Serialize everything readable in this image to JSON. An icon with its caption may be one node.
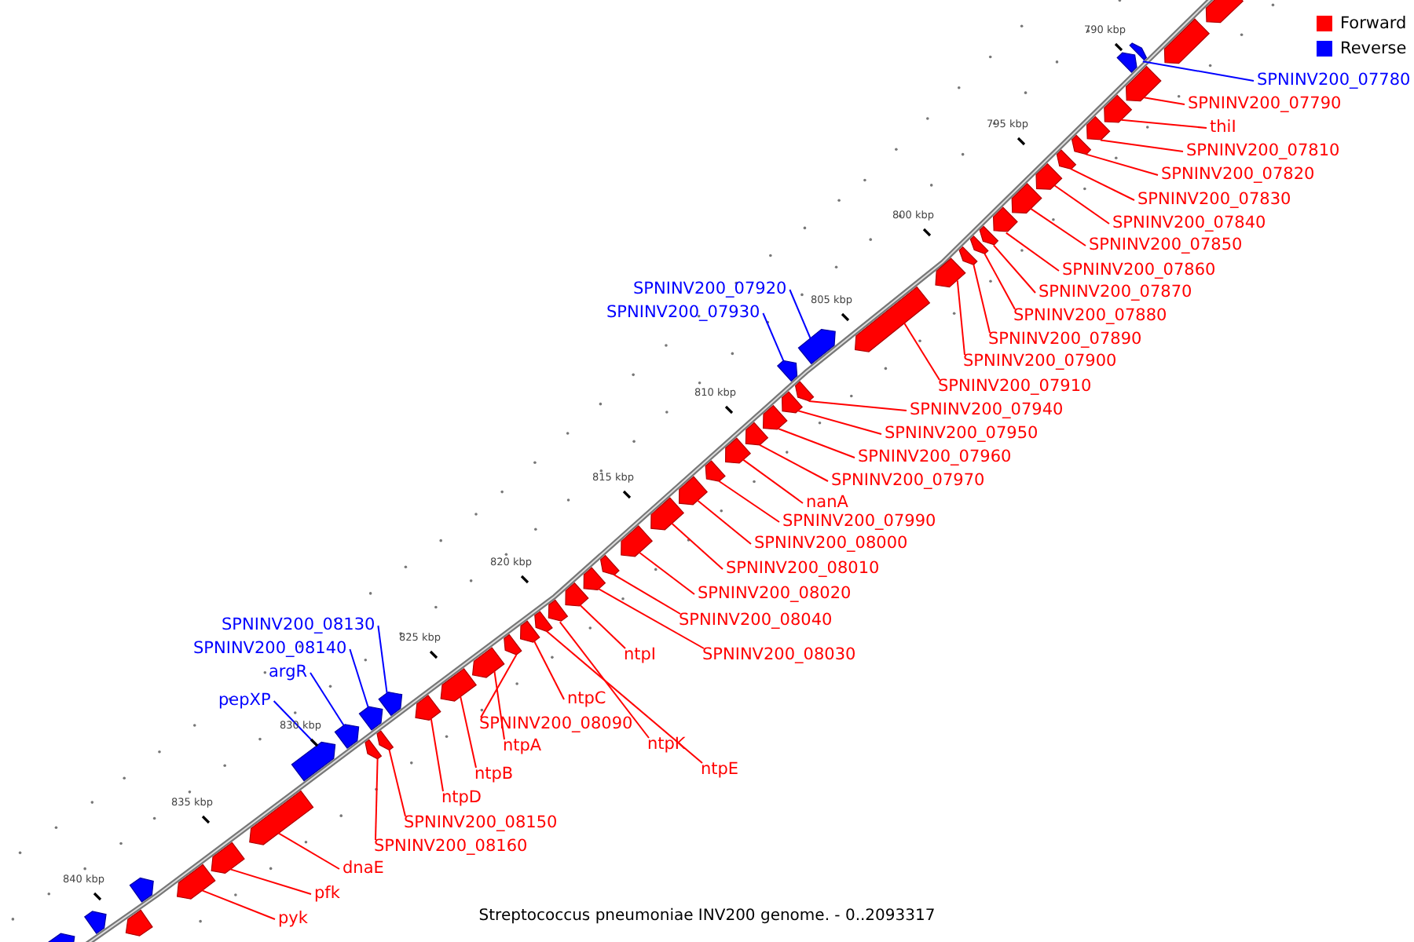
{
  "diagram": {
    "caption": "Streptococcus pneumoniae INV200 genome. - 0..2093317",
    "nodes": [
      {
        "text": [
          "SPNINV200_07780"
        ]
      },
      {
        "text": [],
        "shape": "arrow"
      },
      {
        "text": [
          "SPNINV200_07790"
        ]
      },
      {
        "text": [],
        "shape": "arrow"
      },
      {
        "text": [
          "thiI"
        ]
      },
      {
        "text": [],
        "shape": "arrow"
      },
      {
        "text": [
          "SPNINV200_07810"
        ]
      },
      {
        "text": [],
        "shape": "arrow"
      },
      {
        "text": [
          "SPNINV200_07820"
        ]
      },
      {
        "text": [],
        "shape": "arrow"
      },
      {
        "text": [
          "SPNINV200_07830"
        ]
      },
      {
        "text": [],
        "shape": "arrow"
      },
      {
        "text": [
          "SPNINV200_07840"
        ]
      },
      {
        "text": [],
        "shape": "arrow"
      },
      {
        "text": [
          "SPNINV200_07850"
        ]
      },
      {
        "text": [],
        "shape": "arrow"
      },
      {
        "text": [
          "SPNINV200_07860"
        ]
      },
      {
        "text": [],
        "shape": "arrow"
      },
      {
        "text": [
          "SPNINV200_07870"
        ]
      },
      {
        "text": [],
        "shape": "arrow"
      },
      {
        "text": [
          "SPNINV200_07880"
        ]
      },
      {
        "text": [],
        "shape": "arrow"
      },
      {
        "text": [
          "SPNINV200_07890"
        ]
      },
      {
        "text": [],
        "shape": "arrow"
      },
      {
        "text": [
          "SPNINV200_07900"
        ]
      },
      {
        "text": [],
        "shape": "arrow"
      },
      {
        "text": [
          "SPNINV200_07910"
        ]
      },
      {
        "text": [],
        "shape": "arrow"
      },
      {
        "text": [
          "SPNINV200_07920"
        ]
      },
      {
        "text": [],
        "shape": "arrow"
      },
      {
        "text": [
          "SPNINV200_07930"
        ]
      },
      {
        "text": [],
        "shape": "arrow"
      },
      {
        "text": [
          "SPNINV200_07940"
        ]
      },
      {
        "text": [],
        "shape": "arrow"
      },
      {
        "text": [
          "SPNINV200_07950"
        ]
      },
      {
        "text": [],
        "shape": "arrow"
      },
      {
        "text": [
          "SPNINV200_07960"
        ]
      },
      {
        "text": [],
        "shape": "arrow"
      },
      {
        "text": [
          "SPNINV200_07970"
        ]
      },
      {
        "text": [],
        "shape": "arrow"
      },
      {
        "text": [
          "nanA"
        ]
      },
      {
        "text": [],
        "shape": "arrow"
      },
      {
        "text": [
          "SPNINV200_07990"
        ]
      },
      {
        "text": [],
        "shape": "arrow"
      },
      {
        "text": [
          "SPNINV200_08000"
        ]
      },
      {
        "text": [],
        "shape": "arrow"
      },
      {
        "text": [
          "SPNINV200_08010"
        ]
      },
      {
        "text": [],
        "shape": "arrow"
      },
      {
        "text": [
          "SPNINV200_08020"
        ]
      },
      {
        "text": [],
        "shape": "arrow"
      },
      {
        "text": [
          "SPNINV200_08040"
        ]
      },
      {
        "text": [],
        "shape": "arrow"
      },
      {
        "text": [
          "SPNINV200_08030"
        ]
      },
      {
        "text": [],
        "shape": "arrow"
      },
      {
        "text": [
          "ntpI"
        ]
      },
      {
        "text": [],
        "shape": "arrow"
      },
      {
        "text": [
          "ntpC"
        ]
      },
      {
        "text": [],
        "shape": "arrow"
      },
      {
        "text": [
          "SPNINV200_08090"
        ]
      },
      {
        "text": [],
        "shape": "arrow"
      },
      {
        "text": [
          "ntpK"
        ]
      },
      {
        "text": [],
        "shape": "arrow"
      },
      {
        "text": [
          "ntpE"
        ]
      },
      {
        "text": [],
        "shape": "arrow"
      },
      {
        "text": [
          "ntpA"
        ]
      },
      {
        "text": [],
        "shape": "arrow"
      },
      {
        "text": [
          "SPNINV200_08130"
        ]
      },
      {
        "text": [],
        "shape": "arrow"
      },
      {
        "text": [
          "SPNINV200_08140"
        ]
      },
      {
        "text": [],
        "shape": "arrow"
      },
      {
        "text": [
          "argR"
        ]
      },
      {
        "text": [],
        "shape": "arrow"
      },
      {
        "text": [
          "pepXP"
        ]
      },
      {
        "text": [],
        "shape": "arrow"
      },
      {
        "text": [
          "ntpB"
        ]
      },
      {
        "text": [],
        "shape": "arrow"
      },
      {
        "text": [
          "ntpD"
        ]
      },
      {
        "text": [],
        "shape": "arrow"
      },
      {
        "text": [
          "SPNINV200_08150"
        ]
      },
      {
        "text": [],
        "shape": "arrow"
      },
      {
        "text": [
          "SPNINV200_08160"
        ]
      },
      {
        "text": [],
        "shape": "arrow"
      },
      {
        "text": [
          "dnaE"
        ]
      },
      {
        "text": [],
        "shape": "arrow"
      },
      {
        "text": [
          "pfk"
        ]
      },
      {
        "text": [],
        "shape": "arrow"
      },
      {
        "text": [
          "pyk"
        ]
      },
      {
        "text": [],
        "shape": "arrow"
      },
      {
        "text": [],
        "shape": "arrow"
      },
      {
        "text": [],
        "shape": "arrow"
      },
      {
        "text": [],
        "shape": "arrow"
      },
      {
        "text": [],
        "shape": "arrow"
      },
      {
        "text": [],
        "shape": "arrow"
      },
      {
        "text": [],
        "shape": "arrow"
      },
      {
        "text": [],
        "shape": "arrow"
      }
    ],
    "edges": [
      {
        "from": 0,
        "to": 1,
        "arrow": "none",
        "color": "#0000ff"
      },
      {
        "from": 2,
        "to": 3,
        "arrow": "none"
      },
      {
        "from": 4,
        "to": 5,
        "arrow": "none"
      },
      {
        "from": 6,
        "to": 7,
        "arrow": "none"
      },
      {
        "from": 8,
        "to": 9,
        "arrow": "none"
      },
      {
        "from": 10,
        "to": 11,
        "arrow": "none"
      },
      {
        "from": 12,
        "to": 13,
        "arrow": "none"
      },
      {
        "from": 14,
        "to": 15,
        "arrow": "none"
      },
      {
        "from": 16,
        "to": 17,
        "arrow": "none"
      },
      {
        "from": 18,
        "to": 19,
        "arrow": "none"
      },
      {
        "from": 20,
        "to": 21,
        "arrow": "none"
      },
      {
        "from": 22,
        "to": 23,
        "arrow": "none"
      },
      {
        "from": 24,
        "to": 25,
        "arrow": "none"
      },
      {
        "from": 26,
        "to": 27,
        "arrow": "none"
      },
      {
        "from": 28,
        "to": 29,
        "arrow": "none",
        "color": "#0000ff"
      },
      {
        "from": 30,
        "to": 31,
        "arrow": "none",
        "color": "#0000ff"
      },
      {
        "from": 32,
        "to": 33,
        "arrow": "none"
      },
      {
        "from": 34,
        "to": 35,
        "arrow": "none"
      },
      {
        "from": 36,
        "to": 37,
        "arrow": "none"
      },
      {
        "from": 38,
        "to": 39,
        "arrow": "none"
      },
      {
        "from": 40,
        "to": 41,
        "arrow": "none"
      },
      {
        "from": 42,
        "to": 43,
        "arrow": "none"
      },
      {
        "from": 44,
        "to": 45,
        "arrow": "none"
      },
      {
        "from": 46,
        "to": 47,
        "arrow": "none"
      },
      {
        "from": 48,
        "to": 49,
        "arrow": "none"
      },
      {
        "from": 50,
        "to": 51,
        "arrow": "none"
      },
      {
        "from": 52,
        "to": 53,
        "arrow": "none"
      },
      {
        "from": 54,
        "to": 55,
        "arrow": "none"
      },
      {
        "from": 56,
        "to": 57,
        "arrow": "none"
      },
      {
        "from": 58,
        "to": 59,
        "arrow": "none"
      },
      {
        "from": 60,
        "to": 61,
        "arrow": "none"
      },
      {
        "from": 62,
        "to": 63,
        "arrow": "none"
      },
      {
        "from": 64,
        "to": 65,
        "arrow": "none"
      },
      {
        "from": 66,
        "to": 67,
        "arrow": "none",
        "color": "#0000ff"
      },
      {
        "from": 68,
        "to": 69,
        "arrow": "none",
        "color": "#0000ff"
      },
      {
        "from": 70,
        "to": 71,
        "arrow": "none",
        "color": "#0000ff"
      },
      {
        "from": 72,
        "to": 73,
        "arrow": "none",
        "color": "#0000ff"
      },
      {
        "from": 74,
        "to": 75,
        "arrow": "none"
      },
      {
        "from": 76,
        "to": 77,
        "arrow": "none"
      },
      {
        "from": 78,
        "to": 79,
        "arrow": "none"
      },
      {
        "from": 80,
        "to": 81,
        "arrow": "none"
      },
      {
        "from": 82,
        "to": 83,
        "arrow": "none"
      },
      {
        "from": 84,
        "to": 85,
        "arrow": "none"
      },
      {
        "from": 86,
        "to": 87,
        "arrow": "none"
      }
    ],
    "labels": [
      "790 kbp",
      "795 kbp",
      "800 kbp",
      "805 kbp",
      "810 kbp",
      "815 kbp",
      "820 kbp",
      "825 kbp",
      "830 kbp",
      "835 kbp",
      "840 kbp"
    ],
    "legend": [
      {
        "text": "Forward",
        "color": "#ff0000"
      },
      {
        "text": "Reverse",
        "color": "#0000ff"
      }
    ]
  }
}
